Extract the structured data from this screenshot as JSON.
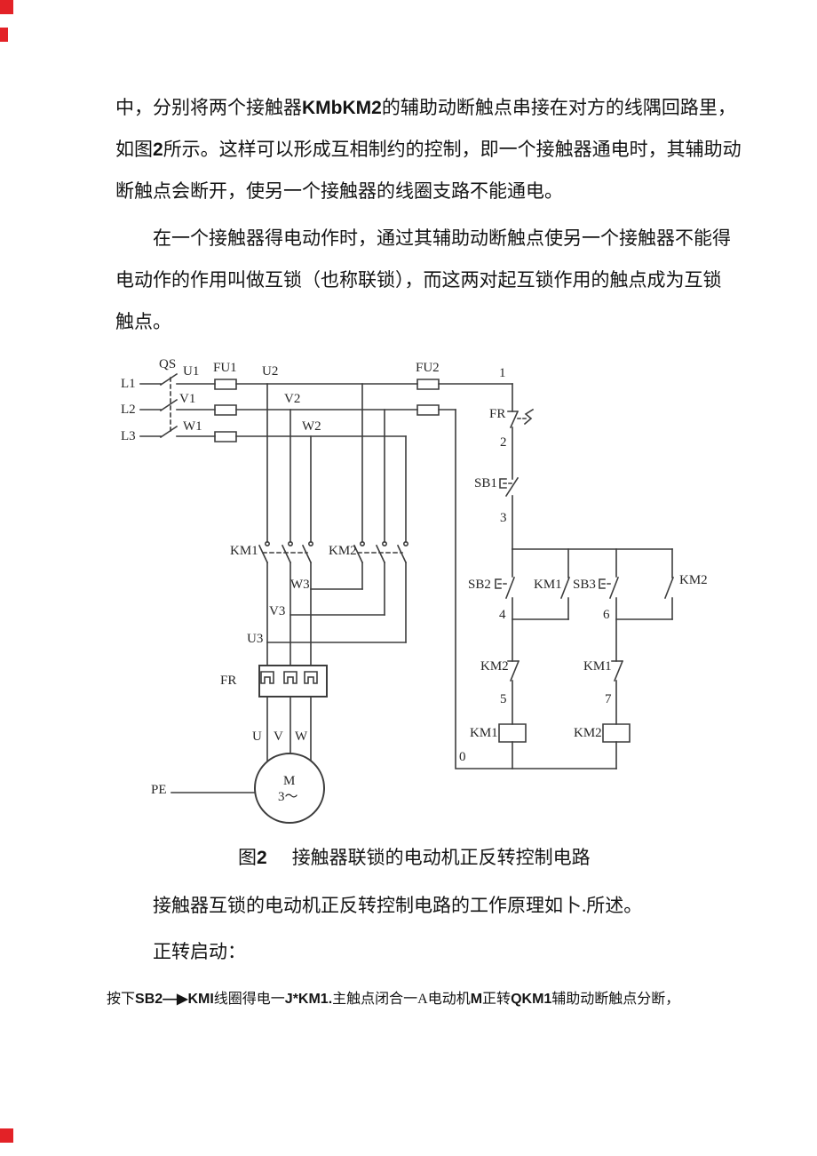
{
  "page": {
    "background": "#ffffff",
    "line_color": "#3d3d3d",
    "marker_color": "#e32227"
  },
  "text": {
    "p1l1a": "中，分别将两个接触器",
    "p1l1b": "KMbKM2",
    "p1l1c": "的辅助动断触点串接在对方的线隅回路里，",
    "p1l2a": "如图",
    "p1l2b": "2",
    "p1l2c": "所示。这样可以形成互相制约的控制，即一个接触器通电时，其辅助动",
    "p1l3": "断触点会断开，使另一个接触器的线圈支路不能通电。",
    "p2l1": "在一个接触器得电动作时，通过其辅助动断触点使另一个接触器不能得",
    "p2l2": "电动作的作用叫做互锁（也称联锁），而这两对起互锁作用的触点成为互锁",
    "p2l3": "触点。",
    "cap_a": "图",
    "cap_b": "2",
    "cap_c": "接触器联锁的电动机正反转控制电路",
    "p3": "接触器互锁的电动机正反转控制电路的工作原理如卜.所述。",
    "p4": "正转启动：",
    "p5a": "按下",
    "p5b": "SB2—▶KMI",
    "p5c": "线圈得电一",
    "p5d": "J*KM1.",
    "p5e": "主触点闭合一A电动机",
    "p5f": "M",
    "p5g": "正转",
    "p5h": "QKM1",
    "p5i": "辅助动断触点分断，"
  },
  "diagram": {
    "labels": {
      "l1": "L1",
      "l2": "L2",
      "l3": "L3",
      "qs": "QS",
      "u1": "U1",
      "v1": "V1",
      "w1": "W1",
      "fu1": "FU1",
      "u2": "U2",
      "v2": "V2",
      "w2": "W2",
      "fu2": "FU2",
      "n1": "1",
      "fr_ctrl": "FR",
      "n2": "2",
      "sb1": "SB1",
      "n3": "3",
      "km1_main": "KM1",
      "km2_main": "KM2",
      "w3": "W3",
      "v3": "V3",
      "u3": "U3",
      "sb2": "SB2",
      "km1_no": "KM1",
      "sb3": "SB3",
      "km2_no": "KM2",
      "n4": "4",
      "n6": "6",
      "km2_nc": "KM2",
      "km1_nc": "KM1",
      "n5": "5",
      "n7": "7",
      "km1_coil": "KM1",
      "km2_coil": "KM2",
      "n0": "0",
      "fr_main": "FR",
      "u": "U",
      "v": "V",
      "w": "W",
      "m": "M",
      "phase": "3～",
      "pe": "PE"
    }
  }
}
